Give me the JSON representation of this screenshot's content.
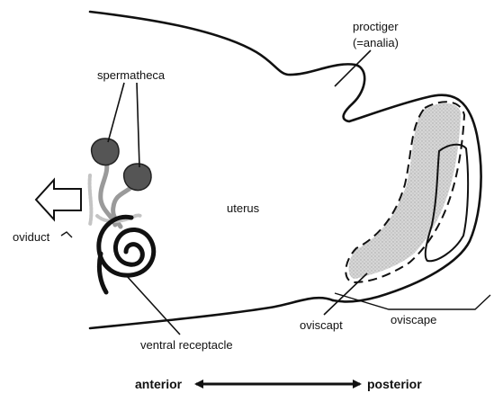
{
  "labels": {
    "spermatheca": "spermatheca",
    "proctiger_line1": "proctiger",
    "proctiger_line2": "(=analia)",
    "uterus": "uterus",
    "oviduct": "oviduct",
    "ventral_receptacle": "ventral receptacle",
    "oviscapt": "oviscapt",
    "oviscape": "oviscape",
    "anterior": "anterior",
    "posterior": "posterior"
  },
  "colors": {
    "outline": "#111111",
    "shading": "#c8c8c8",
    "spermatheca_fill": "#555555",
    "duct": "#9a9a9a"
  }
}
